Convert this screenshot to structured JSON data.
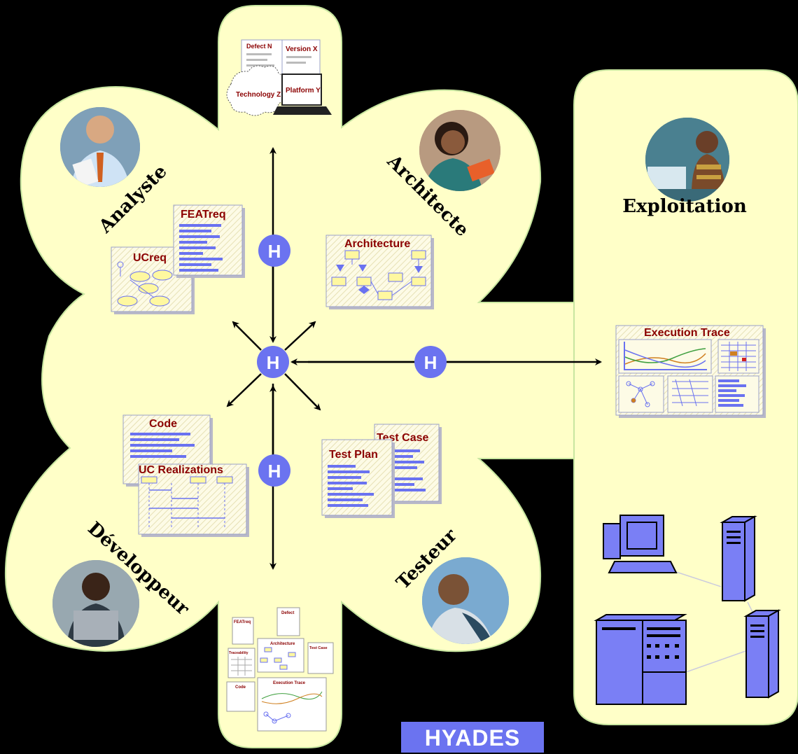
{
  "roles": {
    "analyste": "Analyste",
    "architecte": "Architecte",
    "developpeur": "Développeur",
    "testeur": "Testeur",
    "exploitation": "Exploitation"
  },
  "documents": {
    "featreq": "FEATreq",
    "ucreq": "UCreq",
    "architecture": "Architecture",
    "execution_trace": "Execution Trace",
    "code": "Code",
    "uc_realizations": "UC Realizations",
    "test_case": "Test Case",
    "test_plan": "Test Plan"
  },
  "top_repository": {
    "defect": "Defect N",
    "version": "Version X",
    "technology": "Technology Z",
    "platform": "Platform Y"
  },
  "bottom_repository": {
    "featreq": "FEATreq",
    "defect": "Defect",
    "traceability": "Traceability",
    "architecture": "Architecture",
    "test_case": "Test Case",
    "code": "Code",
    "execution_trace": "Execution Trace"
  },
  "hub_label": "H",
  "footer": "HYADES",
  "colors": {
    "background": "#000000",
    "blob": "#ffffc8",
    "blob_border": "#c8e6a0",
    "hub": "#6b73f0",
    "doc_lines": "#6a72f0",
    "doc_title": "#8b0000",
    "hardware": "#7a7ff5"
  }
}
